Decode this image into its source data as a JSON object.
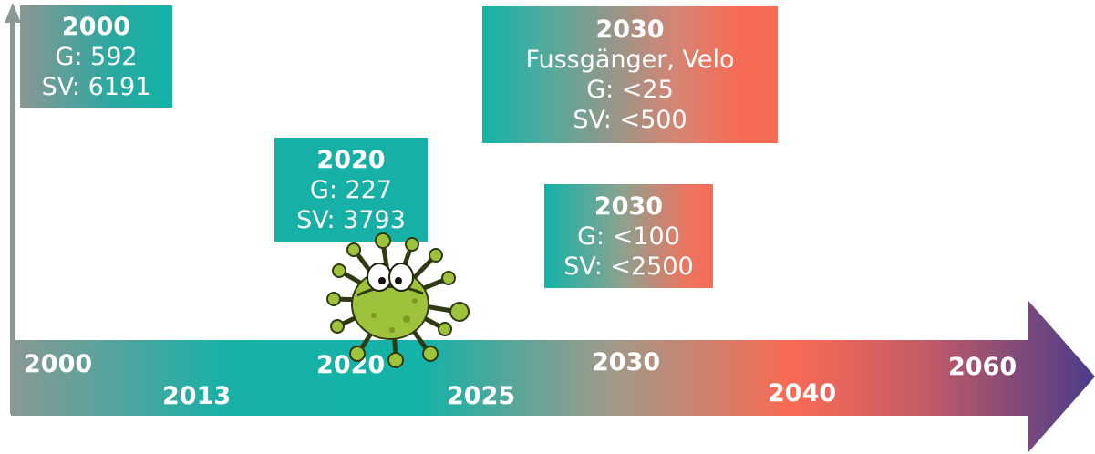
{
  "timeline": {
    "years": [
      "2000",
      "2013",
      "2020",
      "2025",
      "2030",
      "2040",
      "2060"
    ]
  },
  "milestones": [
    {
      "year": "2000",
      "g": "G: 592",
      "sv": "SV: 6191"
    },
    {
      "year": "2020",
      "g": "G: 227",
      "sv": "SV: 3793"
    },
    {
      "year": "2030",
      "mode": "Fussgänger, Velo",
      "g": "G: <25",
      "sv": "SV: <500"
    },
    {
      "year": "2030",
      "g": "G: <100",
      "sv": "SV: <2500"
    }
  ],
  "colors": {
    "axis": "#8a9896",
    "teal": "#12b3a8",
    "coral": "#f96a53",
    "purple": "#4b3c8a",
    "virus_green": "#9dc23c"
  },
  "icons": {
    "virus": "coronavirus-cartoon-icon"
  }
}
